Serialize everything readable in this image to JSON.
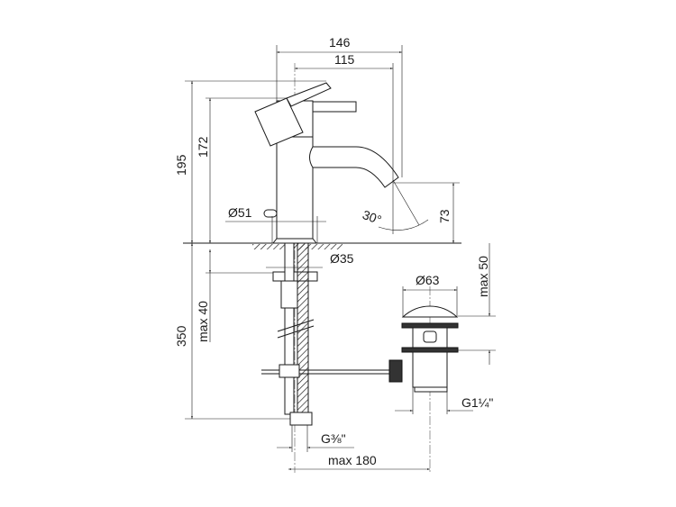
{
  "drawing": {
    "title": "Basin mixer with pop-up waste – dimension drawing",
    "dimensions": {
      "overall_depth": "146",
      "spout_reach": "115",
      "overall_height": "195",
      "lever_height": "172",
      "base_diameter": "Ø51",
      "lever_angle": "30°",
      "spout_height": "73",
      "hole_diameter": "Ø35",
      "max_deck_thickness": "max 40",
      "hose_length": "350",
      "waste_diameter": "Ø63",
      "max_basin_thickness": "max 50",
      "waste_thread": "G1¼\"",
      "supply_thread": "G⅜\"",
      "max_rod_distance": "max 180"
    },
    "colors": {
      "line": "#1a1a1a",
      "background": "#ffffff"
    }
  }
}
